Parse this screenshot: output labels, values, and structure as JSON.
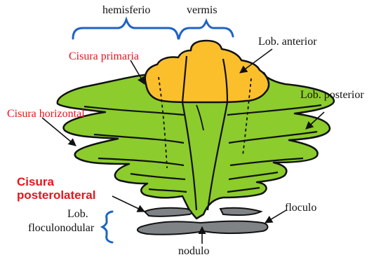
{
  "labels": {
    "hemisferio": "hemisferio",
    "vermis": "vermis",
    "lob_anterior": "Lob. anterior",
    "cisura_primaria": "Cisura primaria",
    "lob_posterior": "Lob. posterior",
    "cisura_horizontal": "Cisura horizontal",
    "cisura_posterolateral_line1": "Cisura",
    "cisura_posterolateral_line2": "posterolateral",
    "lob_floculonodular_line1": "Lob.",
    "lob_floculonodular_line2": "floculonodular",
    "floculo": "floculo",
    "nodulo": "nodulo"
  },
  "colors": {
    "anterior_lobe": "#fbbf2c",
    "posterior_lobe": "#8ccc2c",
    "floculonodular": "#7f8386",
    "bracket": "#1e63c4",
    "red_label": "#e8141c",
    "outline": "#111111"
  }
}
